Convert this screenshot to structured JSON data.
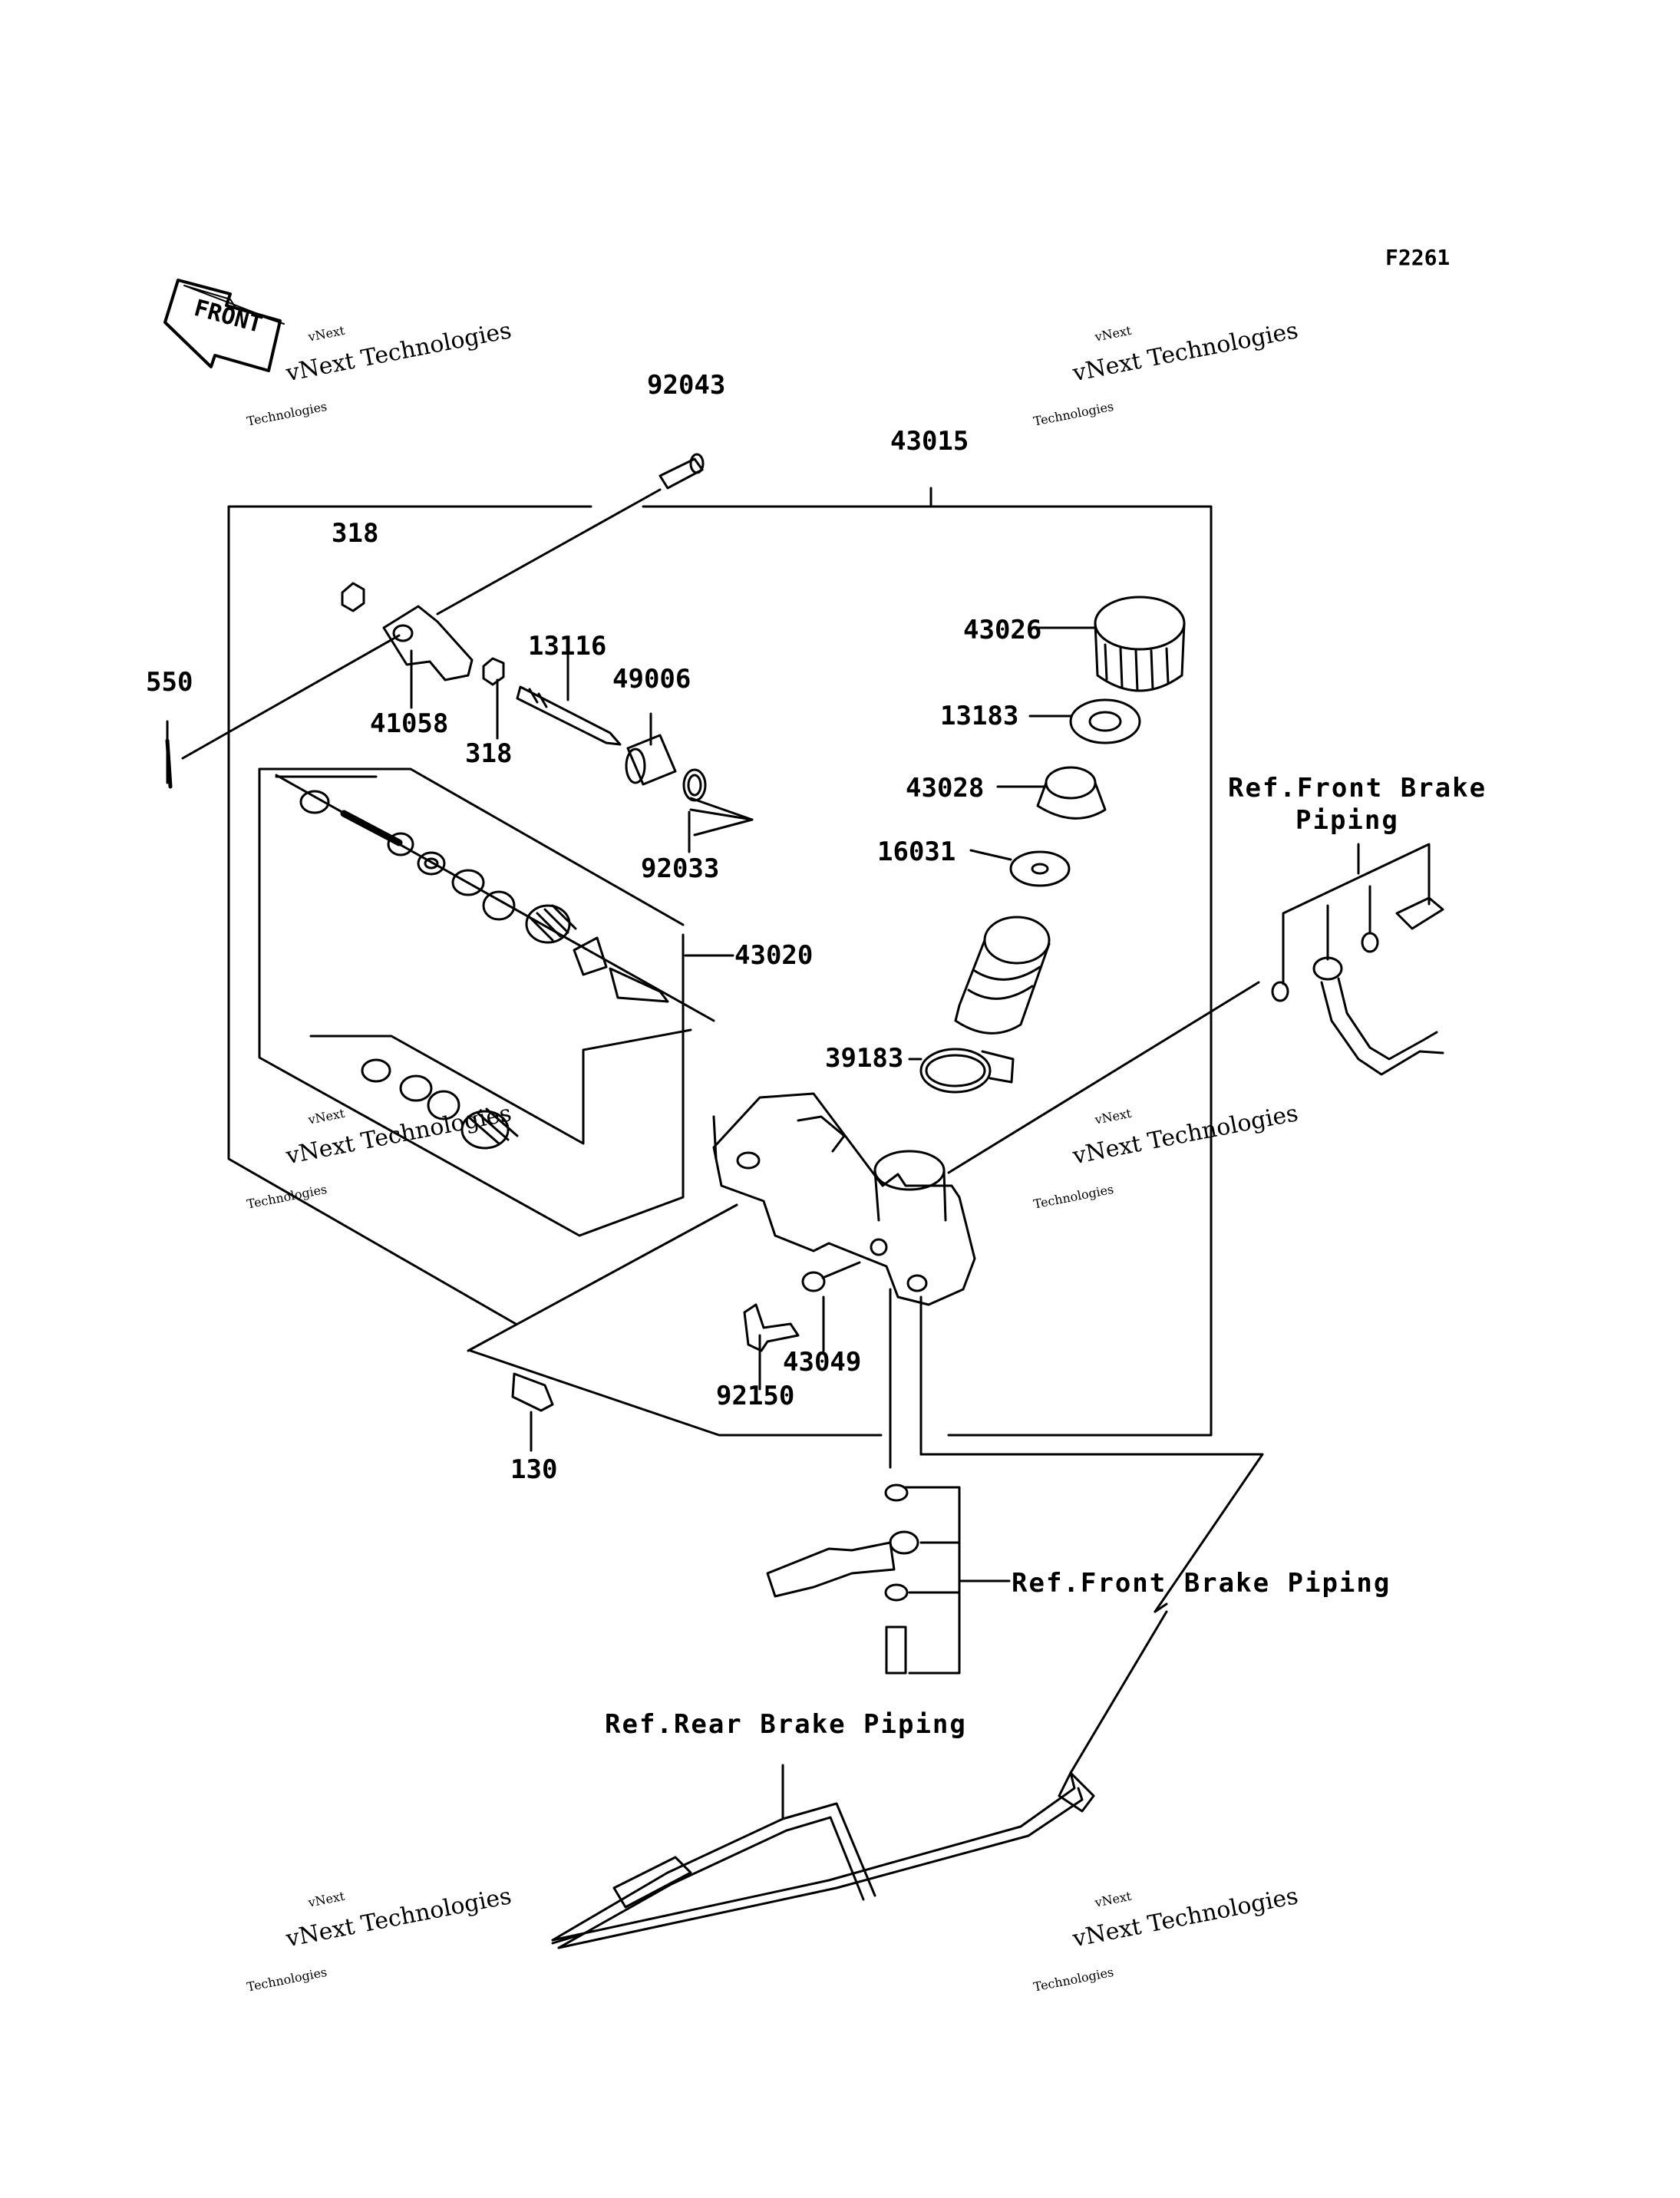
{
  "figure_code": "F2261",
  "front_arrow_text": "FRONT",
  "watermark": {
    "line1": "vNext Technologies",
    "line2a": "vNext",
    "line2b": "Technologies"
  },
  "parts": {
    "p92043": "92043",
    "p43015": "43015",
    "p318a": "318",
    "p318b": "318",
    "p550": "550",
    "p41058": "41058",
    "p13116": "13116",
    "p49006": "49006",
    "p92033": "92033",
    "p43026": "43026",
    "p13183": "13183",
    "p43028": "43028",
    "p16031": "16031",
    "p43020": "43020",
    "p39183": "39183",
    "p43049": "43049",
    "p92150": "92150",
    "p130": "130"
  },
  "refs": {
    "front_brake_piping_right_line1": "Ref.Front Brake",
    "front_brake_piping_right_line2": "Piping",
    "front_brake_piping_lower": "Ref.Front Brake Piping",
    "rear_brake_piping": "Ref.Rear Brake Piping"
  }
}
